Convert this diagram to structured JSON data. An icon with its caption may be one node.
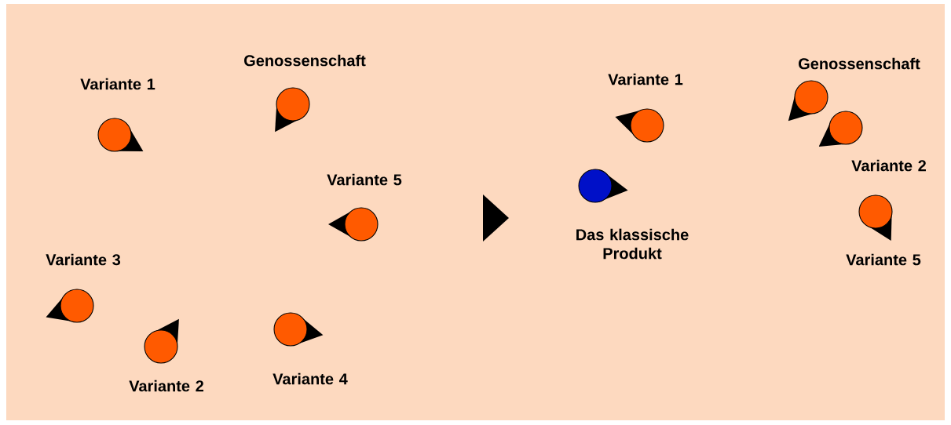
{
  "diagram": {
    "nodes": [
      {
        "text": [
          "Variante 1"
        ]
      },
      {
        "text": [
          "Genossenschaft"
        ]
      },
      {
        "text": [
          "Variante 5"
        ]
      },
      {
        "text": [
          "Variante 3"
        ]
      },
      {
        "text": [
          "Variante 2"
        ]
      },
      {
        "text": [
          "Variante 4"
        ]
      },
      {
        "text": [
          "Variante 1"
        ]
      },
      {
        "text": [
          "Das klassische Produkt"
        ]
      },
      {
        "text": [
          "Genossenschaft"
        ]
      },
      {
        "text": [
          "Variante 2"
        ]
      },
      {
        "text": [
          "Variante 5"
        ]
      }
    ]
  }
}
